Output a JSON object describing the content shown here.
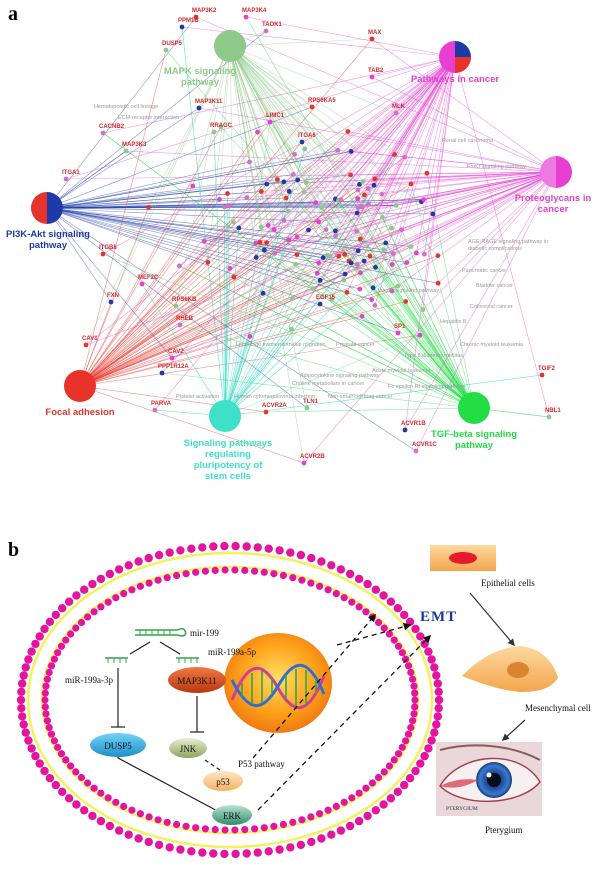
{
  "panel_a": {
    "letter": "a",
    "hubs": {
      "mapk": "MAPK signaling\npathway",
      "cancer": "Pathways in cancer",
      "proteoglycans": "Proteoglycans in\ncancer",
      "pi3k": "PI3K-Akt signaling\npathway",
      "focal": "Focal adhesion",
      "tgf": "TGF-beta signaling\npathway",
      "pluripotency": "Signaling pathways\nregulating\npluripotency of\nstem cells"
    },
    "gene_labels": {
      "map3k2": "MAP3K2",
      "map3k4": "MAP3K4",
      "ppm1b": "PPM1B",
      "taok1": "TAOK1",
      "dusp5": "DUSP5",
      "max": "MAX",
      "tab2": "TAB2",
      "map3k11": "MAP3K11",
      "cacnb2": "CACNB2",
      "rragc": "RRAGC",
      "rps6ka5": "RPS6KA5",
      "limc1": "LIMC1",
      "itga6": "ITGA6",
      "itga1": "ITGA1",
      "map3k3": "MAP3K3",
      "itgb8": "ITGB8",
      "mef2c": "MEF2C",
      "fxn": "FXN",
      "rheb": "RHEB",
      "rps6kb": "RPS6KB",
      "cav1": "CAV1",
      "cav2": "CAV2",
      "ppp1r12a": "PPP1R12A",
      "parva": "PARVA",
      "tln1": "TLN1",
      "acvr2a": "ACVR2A",
      "acvr2b": "ACVR2B",
      "acvr1b": "ACVR1B",
      "acvr1c": "ACVR1C",
      "nbl1": "NBL1",
      "tgif2": "TGIF2",
      "sp1": "SP1",
      "egf15": "EGF15",
      "mlk": "MLK"
    },
    "term_labels": {
      "t1": "Hematopoietic cell lineage",
      "t2": "ECM-receptor interaction",
      "t3": "Renal cell carcinoma",
      "t4": "FoxO signaling pathway",
      "t5": "AGE-RAGE signaling pathway in\ndiabetic complications",
      "t6": "Bladder cancer",
      "t7": "Colorectal cancer",
      "t8": "Chronic myeloid leukemia",
      "t9": "Type II diabetes mellitus",
      "t10": "Acute myeloid leukemia",
      "t11": "Fc epsilon RI signaling pathway",
      "t12": "Non-small cell lung cancer",
      "t13": "Platelet activation",
      "t14": "Human cytomegalovirus infection",
      "t15": "Prostate cancer",
      "t16": "Choline metabolism in cancer",
      "t17": "Hepatitis B",
      "t18": "Leukocyte transendothelial migration",
      "t19": "Adipocytokine signaling pathway",
      "t20": "Insulin signaling pathway",
      "t21": "Pancreatic cancer"
    }
  },
  "panel_b": {
    "letter": "b",
    "mir199": "mir-199",
    "mir199a3p": "miR-199a-3p",
    "mir199a5p": "miR-199a-5p",
    "dusp5": "DUSP5",
    "map3k11": "MAP3K11",
    "jnk": "JNK",
    "p53": "p53",
    "erk": "ERK",
    "p53_pathway": "P53 pathway",
    "emt": "EMT",
    "epithelial": "Epithelial cells",
    "mesenchymal": "Mesenchymal cell",
    "pterygium": "Pterygium",
    "eye_caption": "PTERYGIUM"
  },
  "colors": {
    "pi3k": "#1e3aa8",
    "focal": "#e8332a",
    "mapk": "#8fc98a",
    "cancer": "#e63fd2",
    "proteoglycans": "#e63fd2",
    "tgf": "#22dd44",
    "pluripotency": "#3fe0c8",
    "membrane_head": "#e3159e",
    "membrane_tail": "#f2f25a",
    "emt": "#1a3d9c"
  }
}
